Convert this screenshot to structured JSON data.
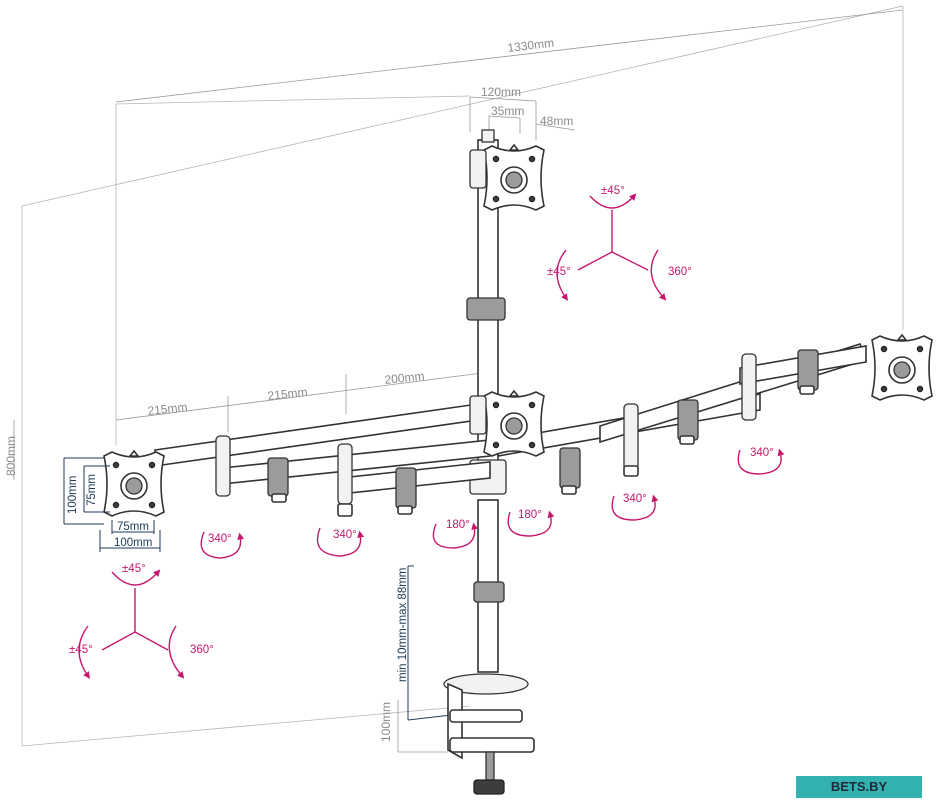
{
  "dimensions": {
    "width_total": "1330mm",
    "height_wall": "800mm",
    "plate_width": "120mm",
    "plate_inner": "35mm",
    "plate_offset": "48mm",
    "arm_left_1": "215mm",
    "arm_left_2": "215mm",
    "arm_center": "200mm",
    "clamp_range": "min 10mm-max 88mm",
    "clamp_height": "100mm"
  },
  "vesa": {
    "v75": "75mm",
    "v100": "100mm",
    "h75": "75mm",
    "h100": "100mm"
  },
  "rotations": {
    "top_tilt": "±45°",
    "top_swivel": "±45°",
    "top_rotate": "360°",
    "left_tilt": "±45°",
    "left_swivel": "±45°",
    "left_rotate": "360°",
    "arm_1": "340°",
    "arm_2": "340°",
    "center_left": "180°",
    "center_right": "180°",
    "arm_3": "340°",
    "arm_4": "340°"
  },
  "colors": {
    "dimension_line": "#9a9a9a",
    "vesa_label": "#1d3a57",
    "rotation_marker": "#c8186e",
    "watermark_bg": "#33b0b0"
  },
  "watermark": {
    "text": "BETS.BY"
  }
}
